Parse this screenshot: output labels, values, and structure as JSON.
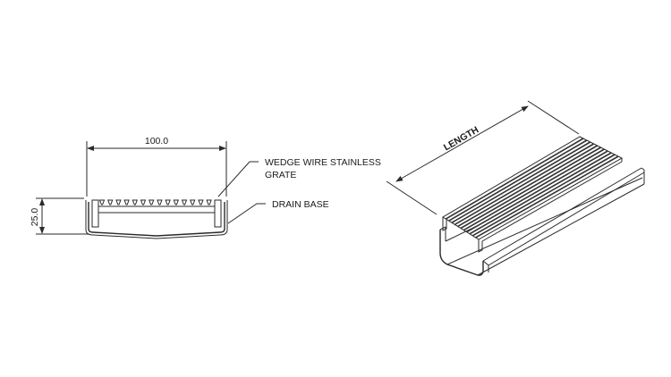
{
  "section_view": {
    "width_dimension": "100.0",
    "height_dimension": "25.0",
    "labels": {
      "grate_line1": "WEDGE WIRE STAINLESS",
      "grate_line2": "GRATE",
      "drain_base": "DRAIN BASE"
    }
  },
  "isometric_view": {
    "length_label": "LENGTH"
  },
  "colors": {
    "line": "#2a2a2a",
    "background": "#ffffff"
  }
}
